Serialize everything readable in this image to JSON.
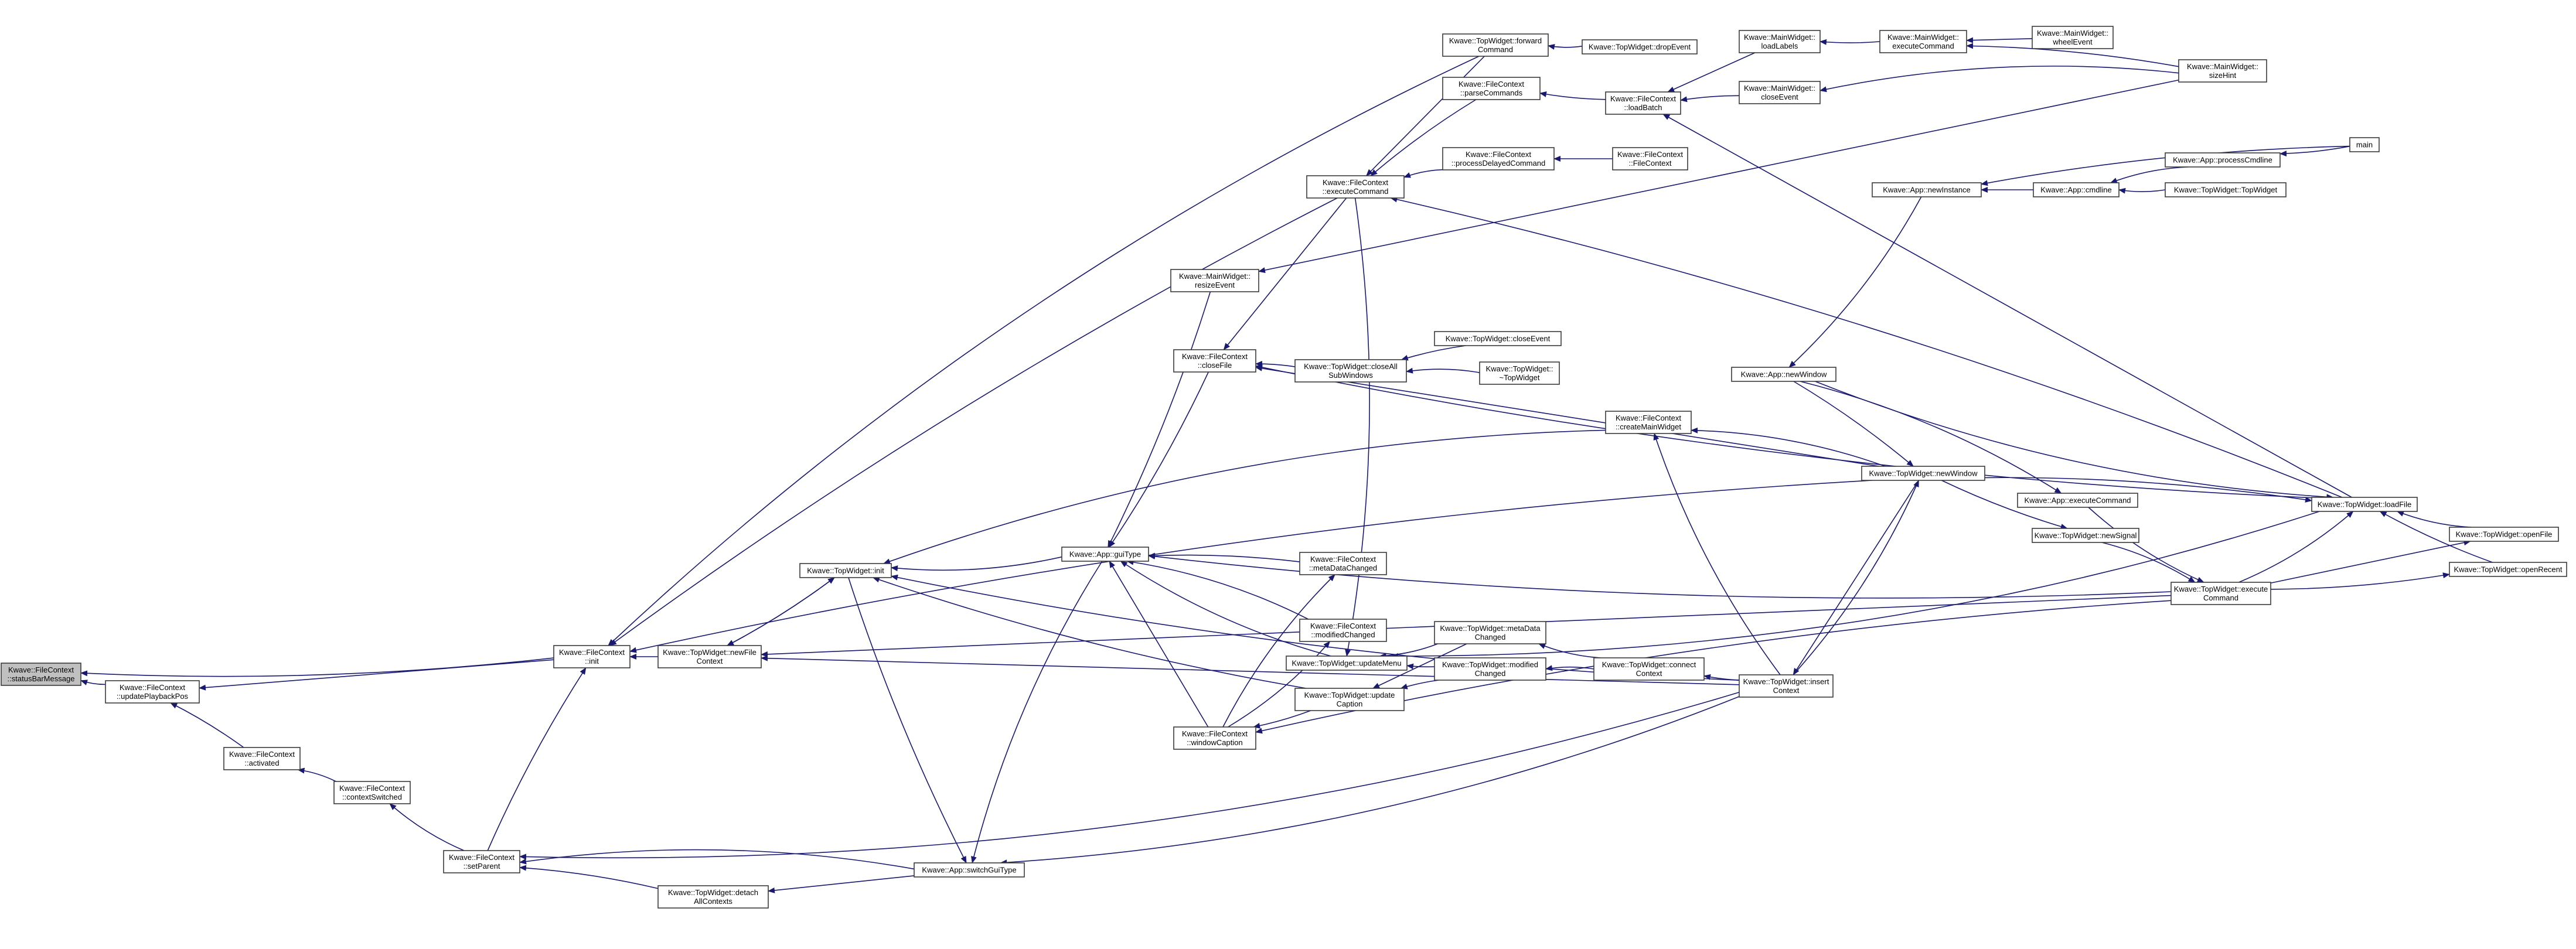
{
  "diagram": {
    "kind": "caller-graph",
    "colors": {
      "edge": "#191970",
      "node_border": "#3a3a3a",
      "node_fill": "#ffffff",
      "highlight_fill": "#c0c0c0"
    },
    "root": "statusBarMessage",
    "nodes": [
      {
        "id": "statusBarMessage",
        "lines": [
          "Kwave::FileContext",
          "::statusBarMessage"
        ]
      },
      {
        "id": "updatePlaybackPos",
        "lines": [
          "Kwave::FileContext",
          "::updatePlaybackPos"
        ]
      },
      {
        "id": "fc_activated",
        "lines": [
          "Kwave::FileContext",
          "::activated"
        ]
      },
      {
        "id": "fc_contextSwitched",
        "lines": [
          "Kwave::FileContext",
          "::contextSwitched"
        ]
      },
      {
        "id": "fc_setParent",
        "lines": [
          "Kwave::FileContext",
          "::setParent"
        ]
      },
      {
        "id": "fc_init",
        "lines": [
          "Kwave::FileContext",
          "::init"
        ]
      },
      {
        "id": "tw_newFileContext",
        "lines": [
          "Kwave::TopWidget::newFile",
          "Context"
        ]
      },
      {
        "id": "tw_detach",
        "lines": [
          "Kwave::TopWidget::detach",
          "AllContexts"
        ]
      },
      {
        "id": "tw_init",
        "lines": [
          "Kwave::TopWidget::init"
        ]
      },
      {
        "id": "app_guiType",
        "lines": [
          "Kwave::App::guiType"
        ]
      },
      {
        "id": "app_switchGuiType",
        "lines": [
          "Kwave::App::switchGuiType"
        ]
      },
      {
        "id": "mw_resizeEvent",
        "lines": [
          "Kwave::MainWidget::",
          "resizeEvent"
        ]
      },
      {
        "id": "fc_closeFile",
        "lines": [
          "Kwave::FileContext",
          "::closeFile"
        ]
      },
      {
        "id": "fc_windowCaption",
        "lines": [
          "Kwave::FileContext",
          "::windowCaption"
        ]
      },
      {
        "id": "tw_forwardCommand",
        "lines": [
          "Kwave::TopWidget::forward",
          "Command"
        ]
      },
      {
        "id": "fc_parseCommands",
        "lines": [
          "Kwave::FileContext",
          "::parseCommands"
        ]
      },
      {
        "id": "fc_executeCommand",
        "lines": [
          "Kwave::FileContext",
          "::executeCommand"
        ]
      },
      {
        "id": "fc_processDelayed",
        "lines": [
          "Kwave::FileContext",
          "::processDelayedCommand"
        ]
      },
      {
        "id": "tw_closeAllSub",
        "lines": [
          "Kwave::TopWidget::closeAll",
          "SubWindows"
        ]
      },
      {
        "id": "fc_metaDataChanged",
        "lines": [
          "Kwave::FileContext",
          "::metaDataChanged"
        ]
      },
      {
        "id": "fc_modifiedChanged",
        "lines": [
          "Kwave::FileContext",
          "::modifiedChanged"
        ]
      },
      {
        "id": "tw_updateMenu",
        "lines": [
          "Kwave::TopWidget::updateMenu"
        ]
      },
      {
        "id": "tw_updateCaption",
        "lines": [
          "Kwave::TopWidget::update",
          "Caption"
        ]
      },
      {
        "id": "tw_dropEvent",
        "lines": [
          "Kwave::TopWidget::dropEvent"
        ]
      },
      {
        "id": "tw_closeEvent",
        "lines": [
          "Kwave::TopWidget::closeEvent"
        ]
      },
      {
        "id": "tw_dtor",
        "lines": [
          "Kwave::TopWidget::",
          "~TopWidget"
        ]
      },
      {
        "id": "tw_metaDataChanged",
        "lines": [
          "Kwave::TopWidget::metaData",
          "Changed"
        ]
      },
      {
        "id": "tw_modifiedChanged",
        "lines": [
          "Kwave::TopWidget::modified",
          "Changed"
        ]
      },
      {
        "id": "fc_loadBatch",
        "lines": [
          "Kwave::FileContext",
          "::loadBatch"
        ]
      },
      {
        "id": "fc_ctor",
        "lines": [
          "Kwave::FileContext",
          "::FileContext"
        ]
      },
      {
        "id": "fc_createMainWidget",
        "lines": [
          "Kwave::FileContext",
          "::createMainWidget"
        ]
      },
      {
        "id": "tw_connectContext",
        "lines": [
          "Kwave::TopWidget::connect",
          "Context"
        ]
      },
      {
        "id": "mw_loadLabels",
        "lines": [
          "Kwave::MainWidget::",
          "loadLabels"
        ]
      },
      {
        "id": "mw_closeEvent",
        "lines": [
          "Kwave::MainWidget::",
          "closeEvent"
        ]
      },
      {
        "id": "mw_executeCommand",
        "lines": [
          "Kwave::MainWidget::",
          "executeCommand"
        ]
      },
      {
        "id": "app_newWindow",
        "lines": [
          "Kwave::App::newWindow"
        ]
      },
      {
        "id": "tw_newWindow",
        "lines": [
          "Kwave::TopWidget::newWindow"
        ]
      },
      {
        "id": "tw_insertContext",
        "lines": [
          "Kwave::TopWidget::insert",
          "Context"
        ]
      },
      {
        "id": "app_newInstance",
        "lines": [
          "Kwave::App::newInstance"
        ]
      },
      {
        "id": "app_executeCommand",
        "lines": [
          "Kwave::App::executeCommand"
        ]
      },
      {
        "id": "tw_newSignal",
        "lines": [
          "Kwave::TopWidget::newSignal"
        ]
      },
      {
        "id": "mw_wheelEvent",
        "lines": [
          "Kwave::MainWidget::",
          "wheelEvent"
        ]
      },
      {
        "id": "app_cmdline",
        "lines": [
          "Kwave::App::cmdline"
        ]
      },
      {
        "id": "app_processCmdline",
        "lines": [
          "Kwave::App::processCmdline"
        ]
      },
      {
        "id": "tw_ctor",
        "lines": [
          "Kwave::TopWidget::TopWidget"
        ]
      },
      {
        "id": "mw_sizeHint",
        "lines": [
          "Kwave::MainWidget::",
          "sizeHint"
        ]
      },
      {
        "id": "main",
        "lines": [
          "main"
        ]
      },
      {
        "id": "tw_loadFile",
        "lines": [
          "Kwave::TopWidget::loadFile"
        ]
      },
      {
        "id": "tw_executeCommand",
        "lines": [
          "Kwave::TopWidget::execute",
          "Command"
        ]
      },
      {
        "id": "tw_openFile",
        "lines": [
          "Kwave::TopWidget::openFile"
        ]
      },
      {
        "id": "tw_openRecent",
        "lines": [
          "Kwave::TopWidget::openRecent"
        ]
      }
    ],
    "edges": [
      [
        "updatePlaybackPos",
        "statusBarMessage"
      ],
      [
        "fc_init",
        "statusBarMessage"
      ],
      [
        "fc_init",
        "updatePlaybackPos"
      ],
      [
        "fc_activated",
        "updatePlaybackPos"
      ],
      [
        "fc_contextSwitched",
        "fc_activated"
      ],
      [
        "fc_setParent",
        "fc_contextSwitched"
      ],
      [
        "fc_setParent",
        "fc_init"
      ],
      [
        "tw_newFileContext",
        "fc_init"
      ],
      [
        "tw_detach",
        "fc_setParent"
      ],
      [
        "app_switchGuiType",
        "fc_setParent"
      ],
      [
        "tw_insertContext",
        "fc_setParent"
      ],
      [
        "tw_init",
        "tw_newFileContext"
      ],
      [
        "app_switchGuiType",
        "tw_detach"
      ],
      [
        "tw_init",
        "app_switchGuiType"
      ],
      [
        "app_guiType",
        "app_switchGuiType"
      ],
      [
        "app_guiType",
        "tw_init"
      ],
      [
        "fc_closeFile",
        "app_guiType"
      ],
      [
        "fc_windowCaption",
        "app_guiType"
      ],
      [
        "fc_metaDataChanged",
        "app_guiType"
      ],
      [
        "fc_modifiedChanged",
        "app_guiType"
      ],
      [
        "tw_updateMenu",
        "app_guiType"
      ],
      [
        "mw_resizeEvent",
        "app_guiType"
      ],
      [
        "fc_executeCommand",
        "fc_closeFile"
      ],
      [
        "tw_closeAllSub",
        "fc_closeFile"
      ],
      [
        "fc_windowCaption",
        "fc_modifiedChanged"
      ],
      [
        "fc_windowCaption",
        "fc_metaDataChanged"
      ],
      [
        "tw_updateCaption",
        "fc_windowCaption"
      ],
      [
        "tw_forwardCommand",
        "fc_executeCommand"
      ],
      [
        "fc_parseCommands",
        "fc_executeCommand"
      ],
      [
        "fc_processDelayed",
        "fc_executeCommand"
      ],
      [
        "tw_dropEvent",
        "tw_forwardCommand"
      ],
      [
        "fc_loadBatch",
        "fc_parseCommands"
      ],
      [
        "fc_ctor",
        "fc_processDelayed"
      ],
      [
        "tw_closeEvent",
        "tw_closeAllSub"
      ],
      [
        "tw_dtor",
        "tw_closeAllSub"
      ],
      [
        "tw_metaDataChanged",
        "tw_updateMenu"
      ],
      [
        "tw_modifiedChanged",
        "tw_updateMenu"
      ],
      [
        "tw_metaDataChanged",
        "tw_updateCaption"
      ],
      [
        "tw_modifiedChanged",
        "tw_updateCaption"
      ],
      [
        "tw_connectContext",
        "tw_modifiedChanged"
      ],
      [
        "tw_connectContext",
        "tw_metaDataChanged"
      ],
      [
        "tw_insertContext",
        "tw_connectContext"
      ],
      [
        "mw_loadLabels",
        "fc_loadBatch"
      ],
      [
        "mw_closeEvent",
        "fc_loadBatch"
      ],
      [
        "tw_newWindow",
        "fc_createMainWidget"
      ],
      [
        "tw_insertContext",
        "fc_createMainWidget"
      ],
      [
        "mw_executeCommand",
        "mw_loadLabels"
      ],
      [
        "mw_wheelEvent",
        "mw_executeCommand"
      ],
      [
        "mw_sizeHint",
        "mw_executeCommand"
      ],
      [
        "mw_sizeHint",
        "mw_closeEvent"
      ],
      [
        "app_newInstance",
        "app_newWindow"
      ],
      [
        "app_newWindow",
        "tw_newWindow"
      ],
      [
        "tw_newWindow",
        "tw_insertContext"
      ],
      [
        "tw_newWindow",
        "tw_newSignal"
      ],
      [
        "app_newWindow",
        "tw_loadFile"
      ],
      [
        "app_newWindow",
        "app_executeCommand"
      ],
      [
        "tw_newWindow",
        "tw_loadFile"
      ],
      [
        "app_cmdline",
        "app_newInstance"
      ],
      [
        "main",
        "app_newInstance"
      ],
      [
        "app_processCmdline",
        "app_cmdline"
      ],
      [
        "tw_ctor",
        "app_cmdline"
      ],
      [
        "main",
        "app_processCmdline"
      ],
      [
        "tw_loadFile",
        "fc_loadBatch"
      ],
      [
        "tw_loadFile",
        "fc_executeCommand"
      ],
      [
        "tw_executeCommand",
        "tw_loadFile"
      ],
      [
        "tw_openFile",
        "tw_loadFile"
      ],
      [
        "tw_openRecent",
        "tw_loadFile"
      ],
      [
        "tw_executeCommand",
        "tw_openFile"
      ],
      [
        "tw_executeCommand",
        "tw_openRecent"
      ],
      [
        "app_executeCommand",
        "tw_executeCommand"
      ],
      [
        "tw_newSignal",
        "tw_executeCommand"
      ],
      [
        "tw_executeCommand",
        "app_guiType"
      ],
      [
        "tw_executeCommand",
        "tw_newFileContext"
      ],
      [
        "tw_executeCommand",
        "fc_windowCaption"
      ],
      [
        "tw_insertContext",
        "tw_newWindow"
      ],
      [
        "tw_insertContext",
        "app_switchGuiType"
      ],
      [
        "tw_insertContext",
        "tw_init"
      ],
      [
        "tw_insertContext",
        "tw_newFileContext"
      ],
      [
        "fc_executeCommand",
        "fc_init"
      ],
      [
        "tw_forwardCommand",
        "fc_init"
      ],
      [
        "tw_loadFile",
        "tw_updateMenu"
      ],
      [
        "tw_loadFile",
        "fc_closeFile"
      ],
      [
        "tw_newWindow",
        "fc_closeFile"
      ],
      [
        "tw_newWindow",
        "fc_init"
      ],
      [
        "fc_createMainWidget",
        "tw_init"
      ],
      [
        "fc_executeCommand",
        "tw_updateMenu"
      ],
      [
        "tw_updateCaption",
        "tw_init"
      ],
      [
        "mw_sizeHint",
        "mw_resizeEvent"
      ],
      [
        "tw_newFileContext",
        "tw_init"
      ]
    ]
  }
}
